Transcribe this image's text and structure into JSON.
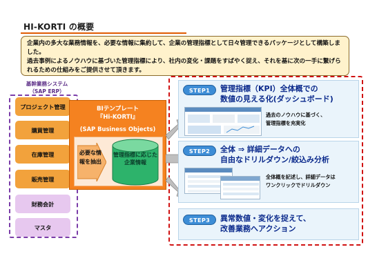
{
  "title": "HI-KORTI の概要",
  "description": {
    "line1": "企業内の多大な業務情報を、必要な情報に集約して、企業の管理指標として日々管理できるパッケージとして構築しました。",
    "line2": "過去事例によるノウハウに基づいた管理指標により、社内の変化・課題をすばやく捉え、それを基に次の一手に繋げられるための仕組みをご提供させて頂きます。"
  },
  "erp": {
    "label_line1": "基幹業務システム",
    "label_line2": "（SAP ERP）",
    "modules": [
      {
        "label": "プロジェクト管理",
        "color": "#f2a23c"
      },
      {
        "label": "購買管理",
        "color": "#f2a23c"
      },
      {
        "label": "在庫管理",
        "color": "#f2a23c"
      },
      {
        "label": "販売管理",
        "color": "#f2a23c"
      },
      {
        "label": "財務会計",
        "color": "#e7c8ef"
      },
      {
        "label": "マスタ",
        "color": "#e7c8ef"
      }
    ]
  },
  "template": {
    "head_line1": "BIテンプレート",
    "head_line2": "『Hi-KORTI』",
    "sub": "(SAP Business Objects)",
    "extract": "必要な情報を抽出",
    "db": "管理指標に応じた企業情報",
    "orange": "#f58220",
    "cylinder_color": "#2db36b"
  },
  "steps": [
    {
      "pill": "STEP1",
      "title_line1": "管理指標（KPI）全体概での",
      "title_line2": "数値の見える化(ダッシュボード)",
      "note_line1": "過去のノウハウに基づく、",
      "note_line2": "管理指標を充実化"
    },
    {
      "pill": "STEP2",
      "title_line1": "全体 ⇒ 詳細データへの",
      "title_line2": "自由なドリルダウン/絞込み分析",
      "note_line1": "全体概を記述し、詳細データは",
      "note_line2": "ワンクリックでドリルダウン"
    },
    {
      "pill": "STEP3",
      "title_line1": "異常数値・変化を捉えて、",
      "title_line2": "改善業務へアクション"
    }
  ]
}
